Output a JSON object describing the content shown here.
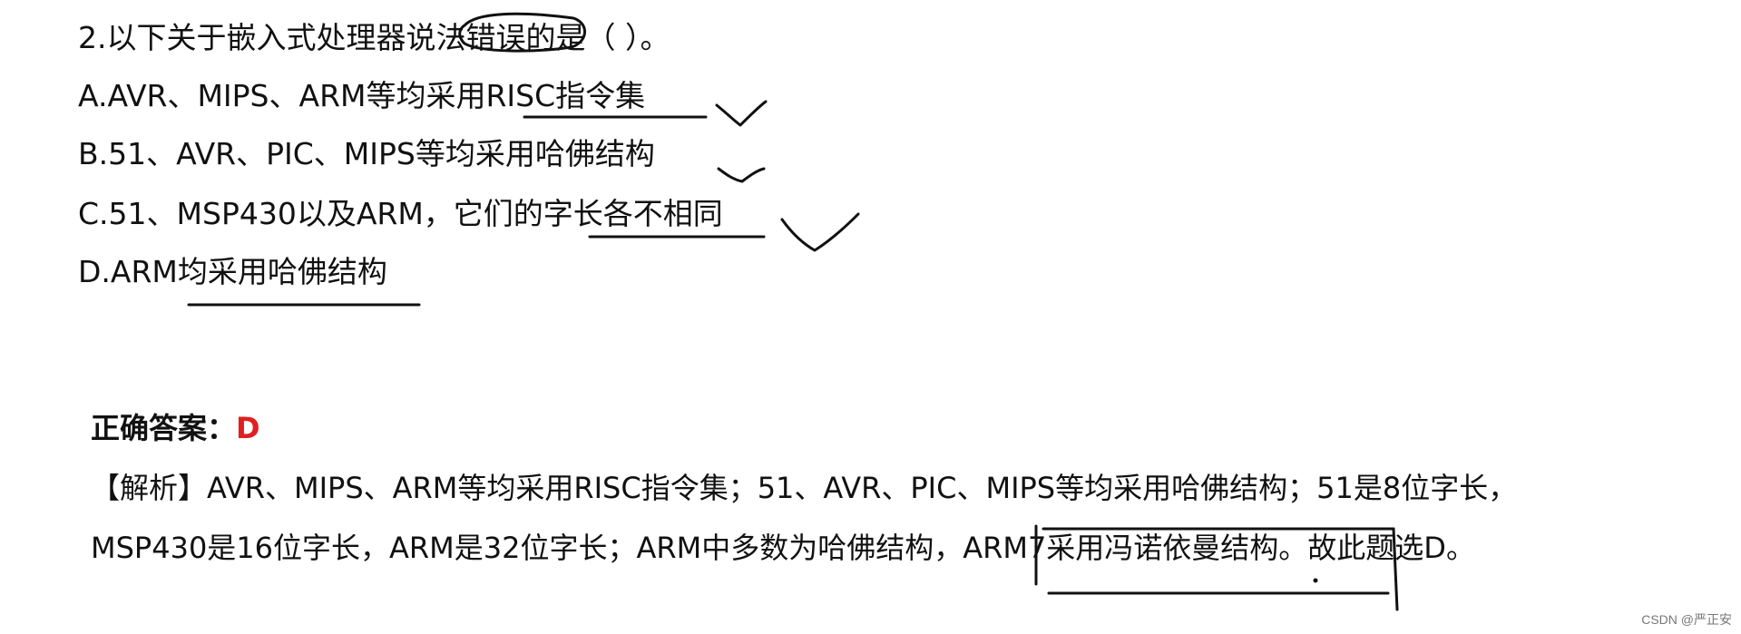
{
  "question": {
    "stem": "2.以下关于嵌入式处理器说法错误的是（  ）。",
    "options": [
      "A.AVR、MIPS、ARM等均采用RISC指令集",
      "B.51、AVR、PIC、MIPS等均采用哈佛结构",
      "C.51、MSP430以及ARM，它们的字长各不相同",
      "D.ARM均采用哈佛结构"
    ]
  },
  "answer": {
    "label": "正确答案：",
    "value": "D"
  },
  "analysis": {
    "line1": "【解析】AVR、MIPS、ARM等均采用RISC指令集；51、AVR、PIC、MIPS等均采用哈佛结构；51是8位字长，",
    "line2": "MSP430是16位字长，ARM是32位字长；ARM中多数为哈佛结构，ARM7采用冯诺依曼结构。故此题选D。"
  },
  "watermark": "CSDN @严正安"
}
